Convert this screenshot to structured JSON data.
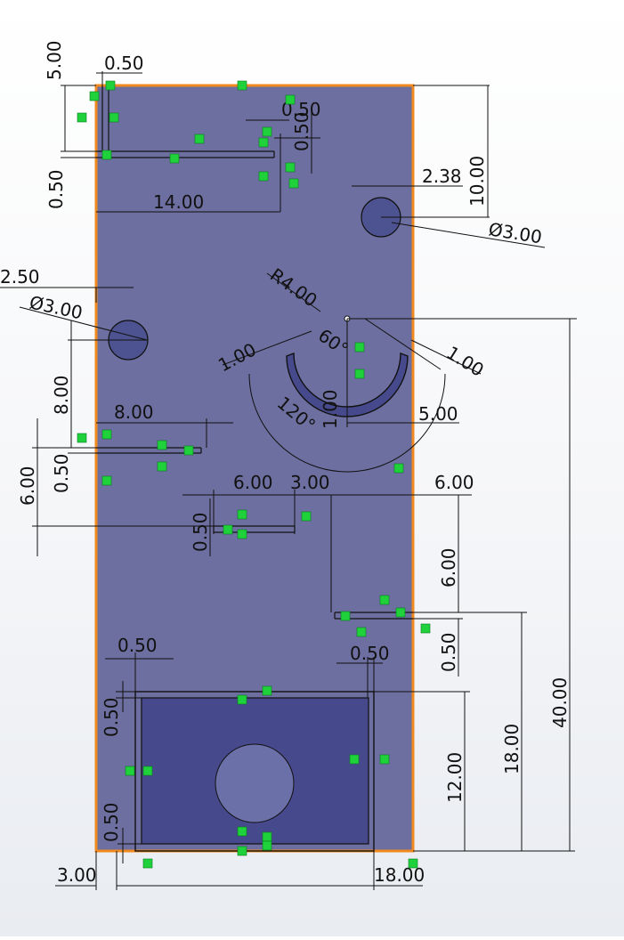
{
  "colors": {
    "plate_fill": "#6d6fa0",
    "plate_border": "#f08a1e",
    "pocket_fill": "#464a8c",
    "hole_fill": "#4d5290",
    "boss_fill": "#6c70a8",
    "relation_marker": "#1fd13a",
    "line": "#111111"
  },
  "dimensions": {
    "d_5_top": "5.00",
    "d_050_topleft": "0.50",
    "d_050_left1": "0.50",
    "d_14": "14.00",
    "d_050_slotend": "0.50",
    "d_050_slotend_v": "0.50",
    "d_10": "10.00",
    "d_238": "2.38",
    "dia_right": "3.00",
    "d_250": "2.50",
    "dia_left": "3.00",
    "r4": "R4.00",
    "ang60": "60°",
    "d_100_left": "1.00",
    "d_100_right": "1.00",
    "d_100_center": "1.00",
    "ang120": "120°",
    "d_500_mid": "5.00",
    "d_8_v": "8.00",
    "d_8_h": "8.00",
    "d_050_left2": "0.50",
    "d_6_left": "6.00",
    "d_6_mid": "6.00",
    "d_3_mid": "3.00",
    "d_6_right": "6.00",
    "d_050_mid": "0.50",
    "d_6_v_right": "6.00",
    "d_050_right": "0.50",
    "d_40": "40.00",
    "d_050_pocket_top": "0.50",
    "d_050_pocket_right": "0.50",
    "d_050_pocket_left": "0.50",
    "d_18_v": "18.00",
    "d_12_v": "12.00",
    "d_050_pocket_bottom": "0.50",
    "d_3_bottom": "3.00",
    "d_18_bottom": "18.00"
  }
}
